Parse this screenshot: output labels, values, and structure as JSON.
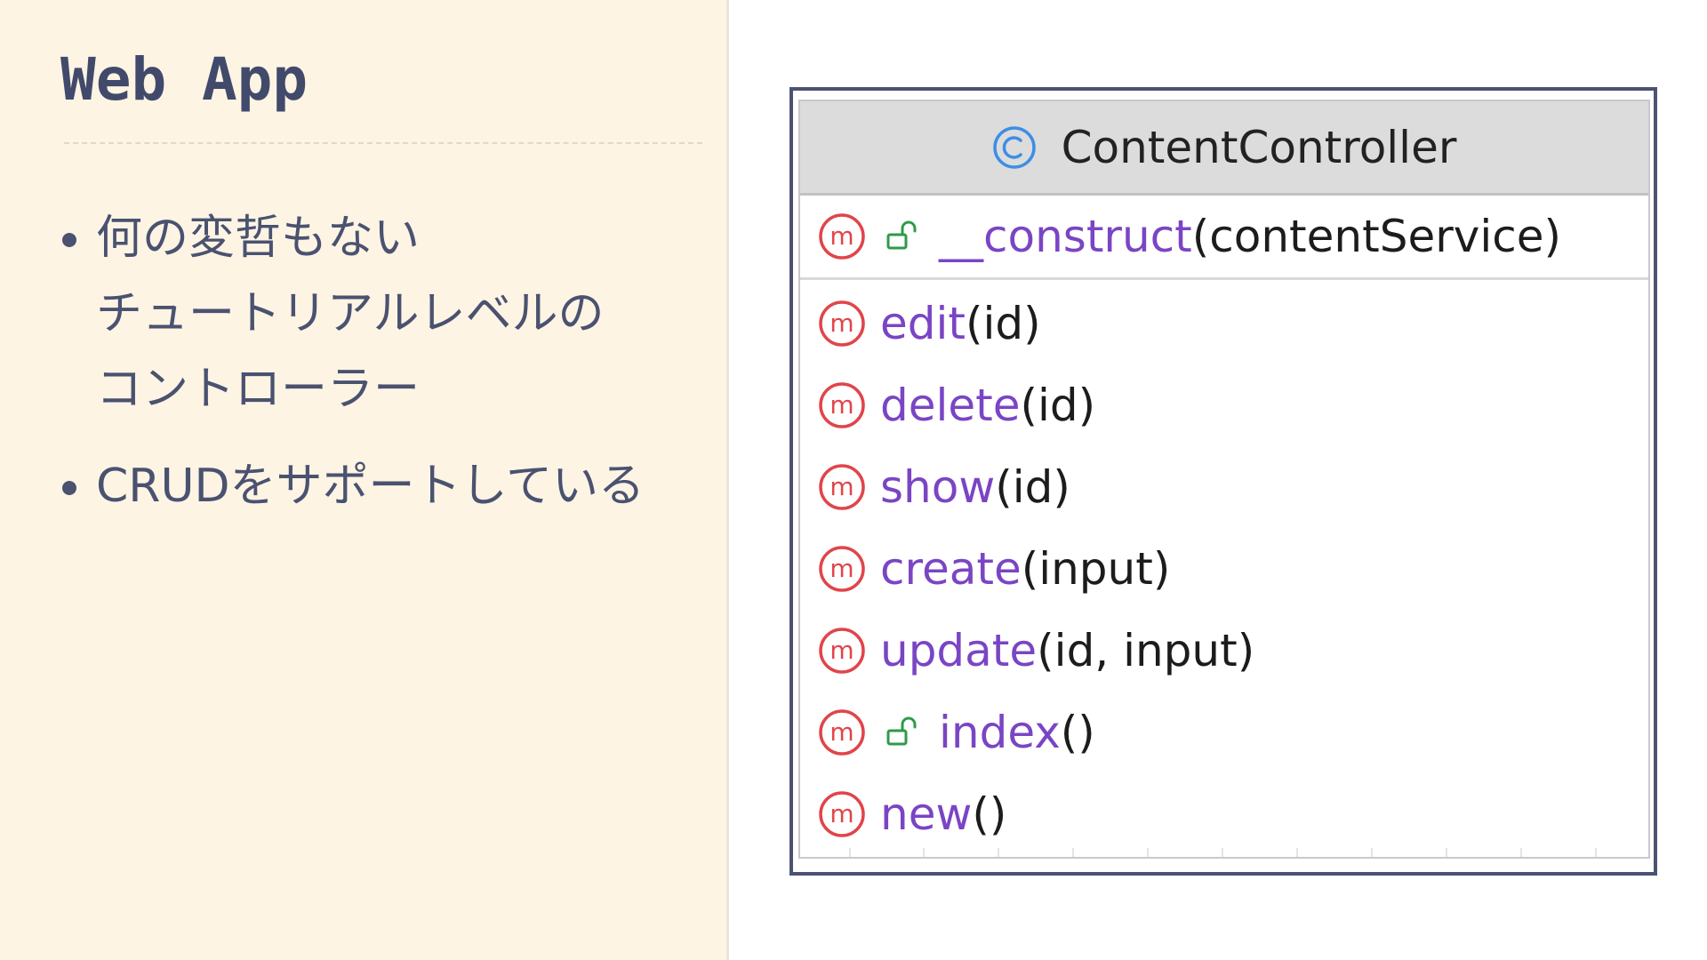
{
  "slide": {
    "title": "Web App",
    "bullets": [
      "何の変哲もない\nチュートリアルレベルの\nコントローラー",
      "CRUDをサポートしている"
    ]
  },
  "uml": {
    "class_icon": "class-c-icon",
    "class_name": "ContentController",
    "constructor": {
      "icon": "method-m-icon",
      "visibility_icon": "open-lock-icon",
      "name": "__construct",
      "params": "(contentService)"
    },
    "methods": [
      {
        "name": "edit",
        "params": "(id)",
        "visibility_icon": ""
      },
      {
        "name": "delete",
        "params": "(id)",
        "visibility_icon": ""
      },
      {
        "name": "show",
        "params": "(id)",
        "visibility_icon": ""
      },
      {
        "name": "create",
        "params": "(input)",
        "visibility_icon": ""
      },
      {
        "name": "update",
        "params": "(id, input)",
        "visibility_icon": ""
      },
      {
        "name": "index",
        "params": "()",
        "visibility_icon": "open-lock-icon"
      },
      {
        "name": "new",
        "params": "()",
        "visibility_icon": ""
      }
    ]
  },
  "colors": {
    "slide_background": "#fdf4e4",
    "title_text": "#424a6b",
    "frame_border": "#4b5274",
    "method_name": "#7a45c4",
    "method_icon": "#e0454a",
    "class_icon": "#3d8ee6",
    "lock_icon": "#2f9a48"
  }
}
